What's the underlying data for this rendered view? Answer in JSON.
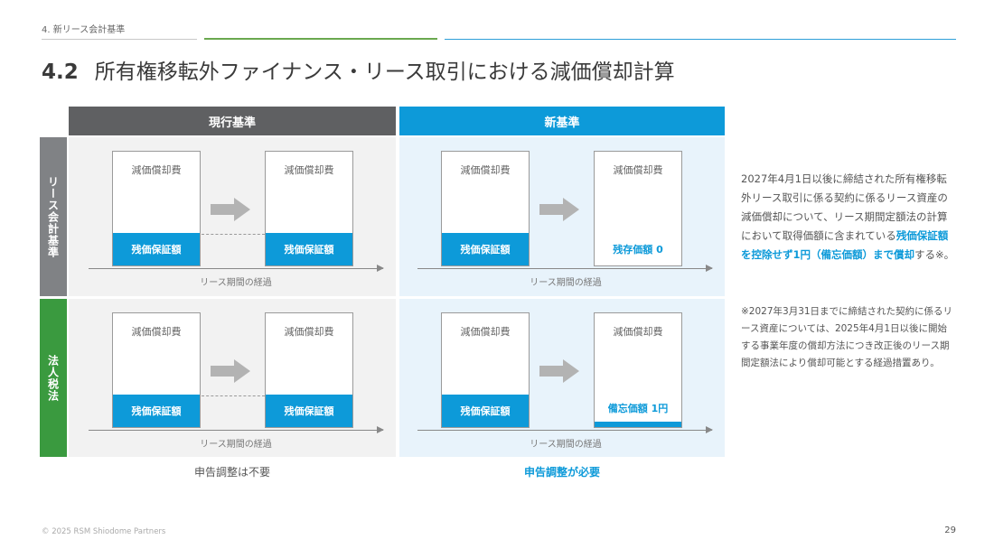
{
  "header": {
    "breadcrumb": "4. 新リース会計基準",
    "title_number": "4.2",
    "title_text": "所有権移転外ファイナンス・リース取引における減価償却計算"
  },
  "columns": {
    "current": "現行基準",
    "new": "新基準"
  },
  "rows": {
    "lease": "リース会計基準",
    "tax": "法人税法"
  },
  "diagram": {
    "top_label": "減価償却費",
    "residual_guarantee": "残価保証額",
    "residual_value_zero": "残存価額 0",
    "memo_value_one": "備忘価額 1円",
    "axis_label": "リース期間の経過"
  },
  "notes": {
    "current_bottom": "申告調整は不要",
    "new_bottom": "申告調整が必要"
  },
  "side": {
    "text_before": "2027年4月1日以後に締結された所有権移転外リース取引に係る契約に係るリース資産の減価償却について、リース期間定額法の計算において取得価額に含まれている",
    "text_highlight": "残価保証額を控除せず1円（備忘価額）まで償却",
    "text_after": "する※。",
    "footnote": "※2027年3月31日までに締結された契約に係るリース資産については、2025年4月1日以後に開始する事業年度の償却方法につき改正後のリース期間定額法により償却可能とする経過措置あり。"
  },
  "footer": {
    "copyright": "© 2025 RSM Shiodome Partners",
    "page_number": "29"
  },
  "colors": {
    "accent_blue": "#0d9ad9",
    "header_grey": "#5f6062",
    "tax_green": "#3a9a3f"
  }
}
